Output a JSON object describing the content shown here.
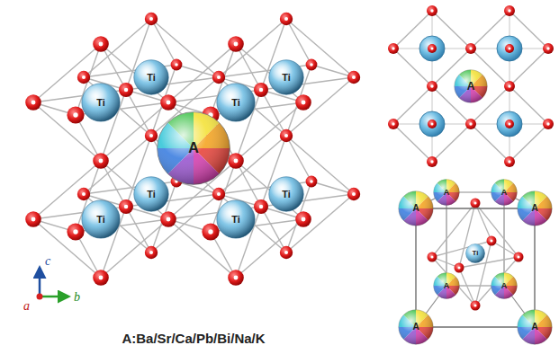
{
  "diagram": {
    "caption": "A:Ba/Sr/Ca/Pb/Bi/Na/K",
    "nodes": [
      {
        "text": [
          "Ti"
        ]
      },
      {
        "text": [
          "Ti"
        ]
      },
      {
        "text": [
          "Ti"
        ]
      },
      {
        "text": [
          "Ti"
        ]
      },
      {
        "text": [
          "A"
        ]
      },
      {
        "text": [
          "Ti"
        ]
      },
      {
        "text": [
          "Ti"
        ]
      },
      {
        "text": [
          "Ti"
        ]
      },
      {
        "text": [
          "Ti"
        ]
      },
      {
        "text": [
          "A"
        ]
      },
      {
        "text": [
          "A"
        ]
      },
      {
        "text": [
          "A"
        ]
      },
      {
        "text": [
          "A"
        ]
      },
      {
        "text": [
          "A"
        ]
      },
      {
        "text": [
          "Ti"
        ]
      },
      {
        "text": [
          "A"
        ]
      },
      {
        "text": [
          "A"
        ]
      },
      {
        "text": [
          "A"
        ]
      },
      {
        "text": [
          "A"
        ]
      }
    ],
    "labels": [
      "a",
      "b",
      "c"
    ]
  }
}
